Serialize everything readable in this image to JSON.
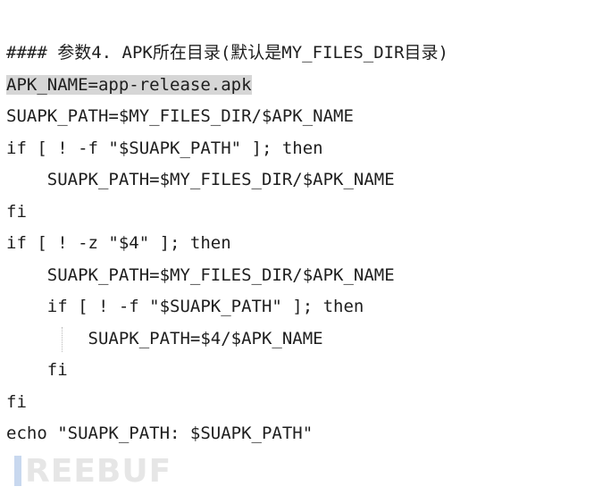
{
  "code": {
    "lines": [
      "#### 参数4. APK所在目录(默认是MY_FILES_DIR目录)",
      "APK_NAME=app-release.apk",
      "SUAPK_PATH=$MY_FILES_DIR/$APK_NAME",
      "if [ ! -f \"$SUAPK_PATH\" ]; then",
      "    SUAPK_PATH=$MY_FILES_DIR/$APK_NAME",
      "fi",
      "if [ ! -z \"$4\" ]; then",
      "    SUAPK_PATH=$MY_FILES_DIR/$APK_NAME",
      "    if [ ! -f \"$SUAPK_PATH\" ]; then",
      "        SUAPK_PATH=$4/$APK_NAME",
      "    fi",
      "fi",
      "echo \"SUAPK_PATH: $SUAPK_PATH\""
    ]
  },
  "watermark": {
    "text": "REEBUF"
  },
  "colors": {
    "text": "#1e1e1e",
    "line_highlight": "#d6d6d6",
    "background": "#ffffff"
  }
}
